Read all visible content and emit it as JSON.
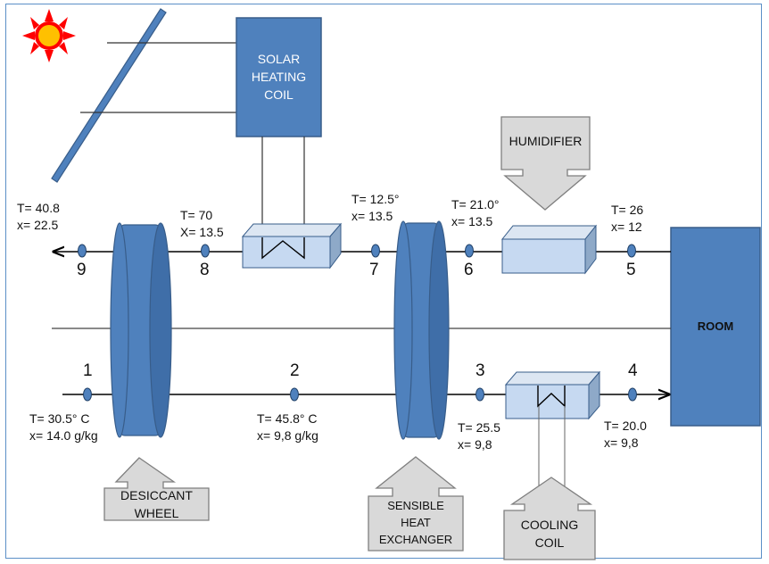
{
  "components": {
    "solar_coil": [
      "SOLAR",
      "HEATING",
      "COIL"
    ],
    "humidifier": "HUMIDIFIER",
    "room": "ROOM",
    "desiccant_wheel": [
      "DESICCANT",
      "WHEEL"
    ],
    "sensible_heat_exchanger": [
      "SENSIBLE",
      "HEAT",
      "EXCHANGER"
    ],
    "cooling_coil": [
      "COOLING",
      "COIL"
    ]
  },
  "states": {
    "p1": {
      "id": "1",
      "T": "T= 30.5° C",
      "x": "x= 14.0 g/kg"
    },
    "p2": {
      "id": "2",
      "T": "T= 45.8° C",
      "x": "x= 9,8 g/kg"
    },
    "p3": {
      "id": "3",
      "T": "T= 25.5",
      "x": "x= 9,8"
    },
    "p4": {
      "id": "4",
      "T": "T= 20.0",
      "x": "x= 9,8"
    },
    "p5": {
      "id": "5",
      "T": "T= 26",
      "x": "x= 12"
    },
    "p6": {
      "id": "6",
      "T": "T= 21.0°",
      "x": "x= 13.5"
    },
    "p7": {
      "id": "7",
      "T": "T= 12.5°",
      "x": "x= 13.5"
    },
    "p8": {
      "id": "8",
      "T": "T= 70",
      "x": "X= 13.5"
    },
    "p9": {
      "id": "9",
      "T": "T= 40.8",
      "x": "x= 22.5"
    }
  },
  "colors": {
    "component_fill": "#4f81bd",
    "component_stroke": "#385d8a",
    "coil_fill": "#c6d9f1",
    "label_box_fill": "#d9d9d9",
    "frame": "#5b8fc7",
    "sun": "#ff0000",
    "sun_core": "#ffc000"
  },
  "icons": [
    "sun-icon",
    "solar-panel-icon"
  ]
}
